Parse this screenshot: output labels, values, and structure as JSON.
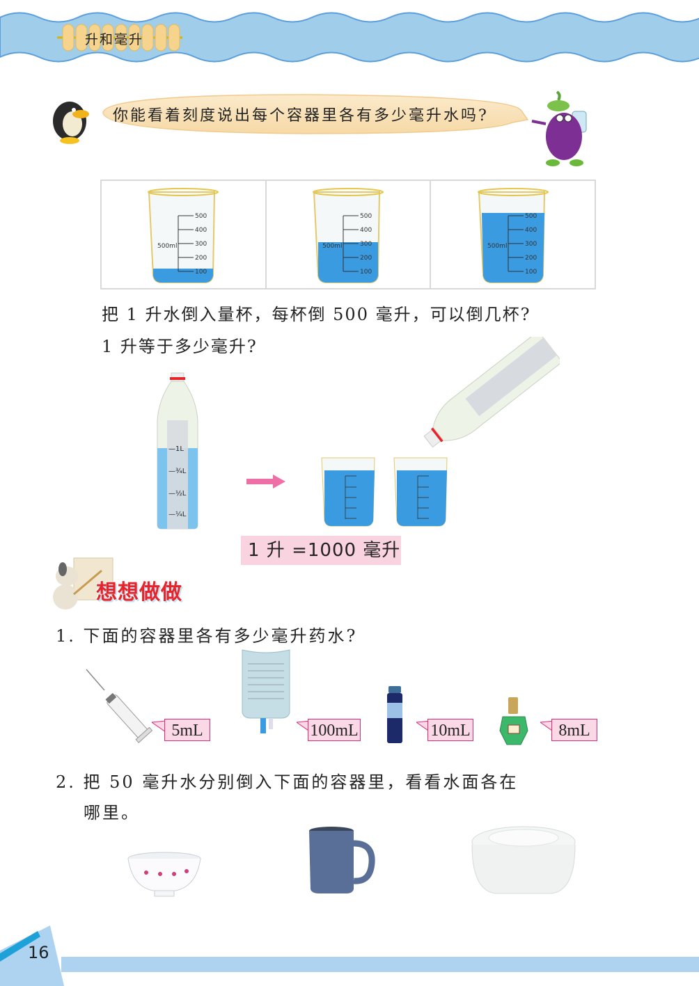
{
  "header": {
    "chapter_title": "升和毫升",
    "banner_color": "#9fcdea",
    "banner_edge_color": "#5a9fdc",
    "bead_color": "#f6d48e"
  },
  "intro": {
    "question": "你能看着刻度说出每个容器里各有多少毫升水吗?",
    "left_character_icon": "penguin-icon",
    "right_character_icon": "eggplant-character-icon"
  },
  "beakers": {
    "capacity_label": "500ml",
    "scale_marks": [
      "500",
      "400",
      "300",
      "200",
      "100"
    ],
    "items": [
      {
        "name": "beaker-1",
        "fill_ml": 100
      },
      {
        "name": "beaker-2",
        "fill_ml": 300
      },
      {
        "name": "beaker-3",
        "fill_ml": 500
      }
    ],
    "water_color": "#3a9be0"
  },
  "question_block": {
    "line1": "把 1 升水倒入量杯，每杯倒 500 毫升，可以倒几杯?",
    "line2": "1 升等于多少毫升?"
  },
  "bottle": {
    "scale_labels": [
      "1L",
      "3/4L",
      "1/2L",
      "1/4L"
    ],
    "arrow_color": "#ee6fa6"
  },
  "equation": {
    "text": "1 升 =1000 毫升"
  },
  "think_section": {
    "title": "想想做做",
    "mascot_icon": "dog-pointer-icon"
  },
  "exercise1": {
    "prompt": "1. 下面的容器里各有多少毫升药水?",
    "items": [
      {
        "name": "syringe",
        "label": "5mL"
      },
      {
        "name": "iv-bag",
        "label": "100mL"
      },
      {
        "name": "vial",
        "label": "10mL"
      },
      {
        "name": "eye-drop-bottle",
        "label": "8mL"
      }
    ]
  },
  "exercise2": {
    "prompt_line1": "2. 把 50 毫升水分别倒入下面的容器里，看看水面各在",
    "prompt_line2": "哪里。",
    "items": [
      {
        "name": "bowl"
      },
      {
        "name": "mug"
      },
      {
        "name": "plastic-container"
      }
    ]
  },
  "footer": {
    "page_number": "16"
  }
}
